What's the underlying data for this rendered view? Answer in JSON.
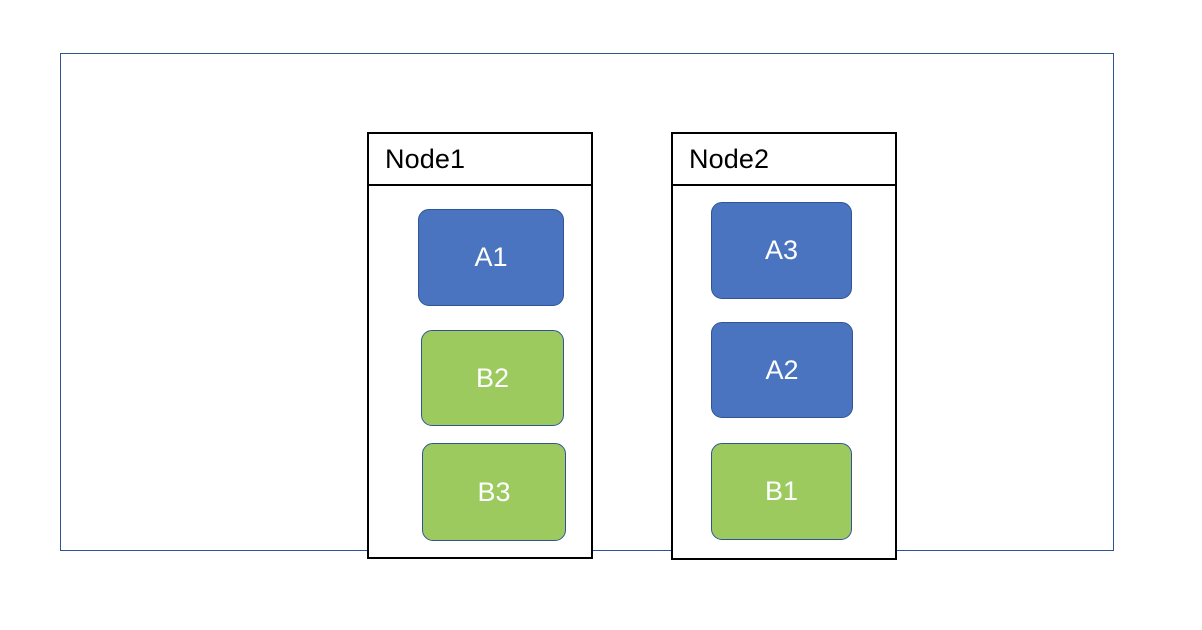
{
  "diagram": {
    "title": "",
    "frame_color": "#2e5494",
    "background": "#ffffff",
    "colors": {
      "pod_blue_fill": "#4a74bf",
      "pod_green_fill": "#9cca5f",
      "pod_border": "#2f5597",
      "pod_label": "#ffffff",
      "node_border": "#000000",
      "node_title": "#000000"
    },
    "nodes": [
      {
        "id": "node1",
        "title": "Node1",
        "pods": [
          {
            "id": "a1",
            "label": "A1",
            "kind": "blue",
            "fill": "#4a74bf"
          },
          {
            "id": "b2",
            "label": "B2",
            "kind": "green",
            "fill": "#9cca5f"
          },
          {
            "id": "b3",
            "label": "B3",
            "kind": "green",
            "fill": "#9cca5f"
          }
        ]
      },
      {
        "id": "node2",
        "title": "Node2",
        "pods": [
          {
            "id": "a3",
            "label": "A3",
            "kind": "blue",
            "fill": "#4a74bf"
          },
          {
            "id": "a2",
            "label": "A2",
            "kind": "blue",
            "fill": "#4a74bf"
          },
          {
            "id": "b1",
            "label": "B1",
            "kind": "green",
            "fill": "#9cca5f"
          }
        ]
      }
    ]
  }
}
